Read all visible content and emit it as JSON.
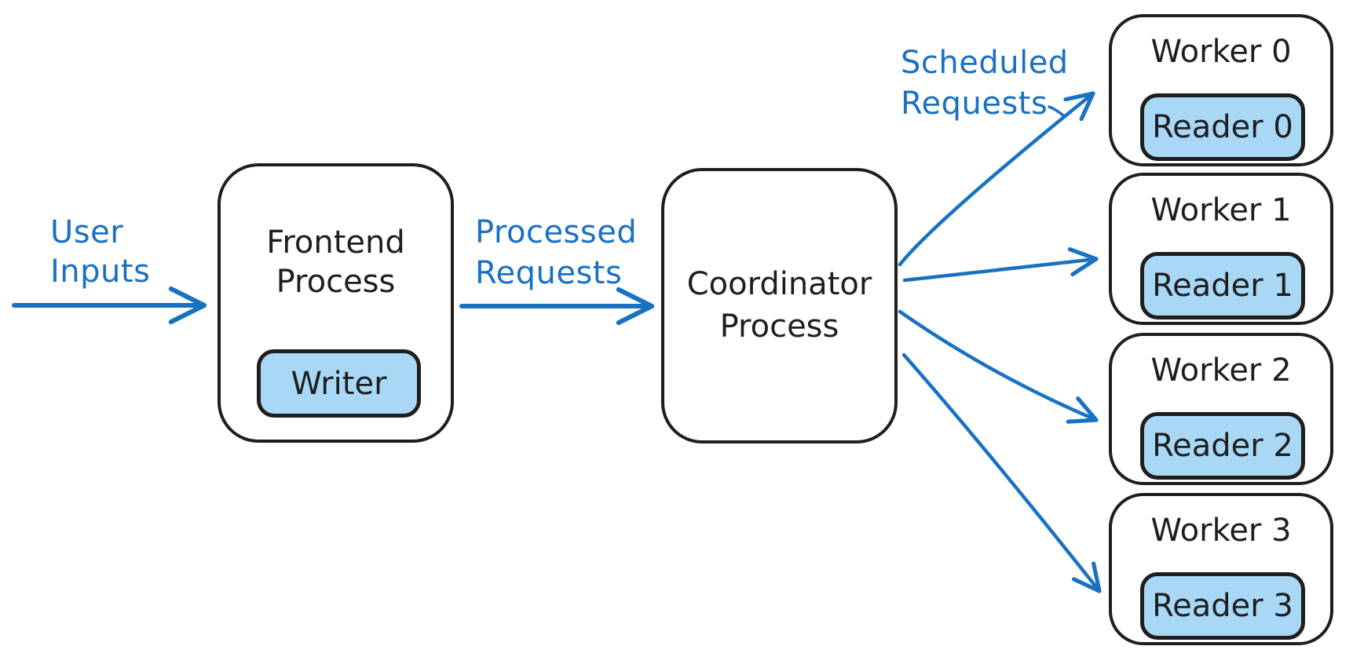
{
  "diagram": {
    "type": "flow-diagram",
    "style": "hand-drawn-whiteboard"
  },
  "colors": {
    "arrow_and_label_blue": "#1971c2",
    "sub_box_fill_light_blue": "#a9d8f7",
    "ink_black": "#1e1e1e",
    "background": "#ffffff"
  },
  "edge_labels": {
    "user_inputs": {
      "line1": "User",
      "line2": "Inputs"
    },
    "processed_requests": {
      "line1": "Processed",
      "line2": "Requests"
    },
    "scheduled_requests": {
      "line1": "Scheduled",
      "line2": "Requests"
    }
  },
  "nodes": {
    "frontend": {
      "title_line1": "Frontend",
      "title_line2": "Process",
      "child": "Writer"
    },
    "coordinator": {
      "title_line1": "Coordinator",
      "title_line2": "Process"
    },
    "workers": [
      {
        "title": "Worker 0",
        "child": "Reader 0"
      },
      {
        "title": "Worker 1",
        "child": "Reader 1"
      },
      {
        "title": "Worker 2",
        "child": "Reader 2"
      },
      {
        "title": "Worker 3",
        "child": "Reader 3"
      }
    ]
  },
  "edges": [
    {
      "from": "external",
      "to": "frontend",
      "label": "User Inputs"
    },
    {
      "from": "frontend",
      "to": "coordinator",
      "label": "Processed Requests"
    },
    {
      "from": "coordinator",
      "to": "worker-0",
      "label": "Scheduled Requests"
    },
    {
      "from": "coordinator",
      "to": "worker-1",
      "label": "Scheduled Requests"
    },
    {
      "from": "coordinator",
      "to": "worker-2",
      "label": "Scheduled Requests"
    },
    {
      "from": "coordinator",
      "to": "worker-3",
      "label": "Scheduled Requests"
    }
  ]
}
